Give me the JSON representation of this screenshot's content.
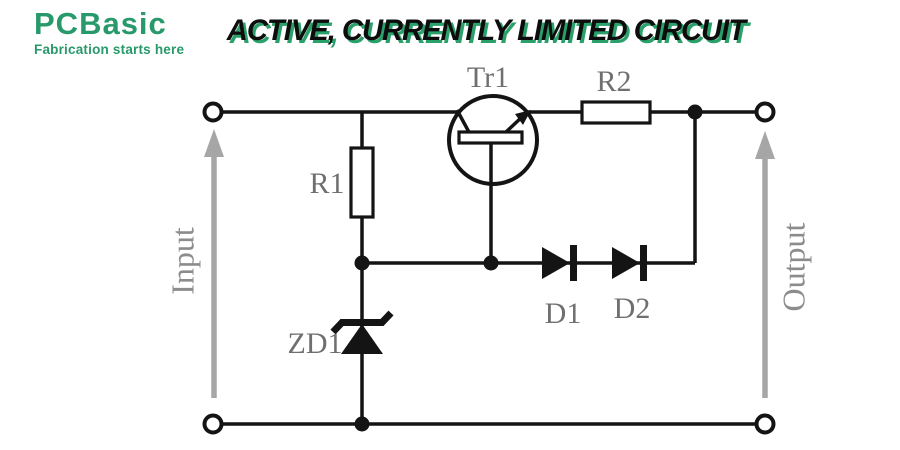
{
  "logo": {
    "brand": "PCBasic",
    "tagline": "Fabrication starts here"
  },
  "title": "ACTIVE, CURRENTLY LIMITED CIRCUIT",
  "diagram": {
    "labels": {
      "transistor": "Tr1",
      "resistor1": "R1",
      "resistor2": "R2",
      "diode1": "D1",
      "diode2": "D2",
      "zener": "ZD1"
    },
    "ports": {
      "input": "Input",
      "output": "Output"
    }
  },
  "colors": {
    "brand_green": "#27996a",
    "title_shadow_green": "#2aa06a",
    "wire_black": "#141414",
    "component_label_gray": "#6f6f6f",
    "port_label_gray": "#8c8c8c",
    "arrow_gray": "#a6a6a6"
  }
}
